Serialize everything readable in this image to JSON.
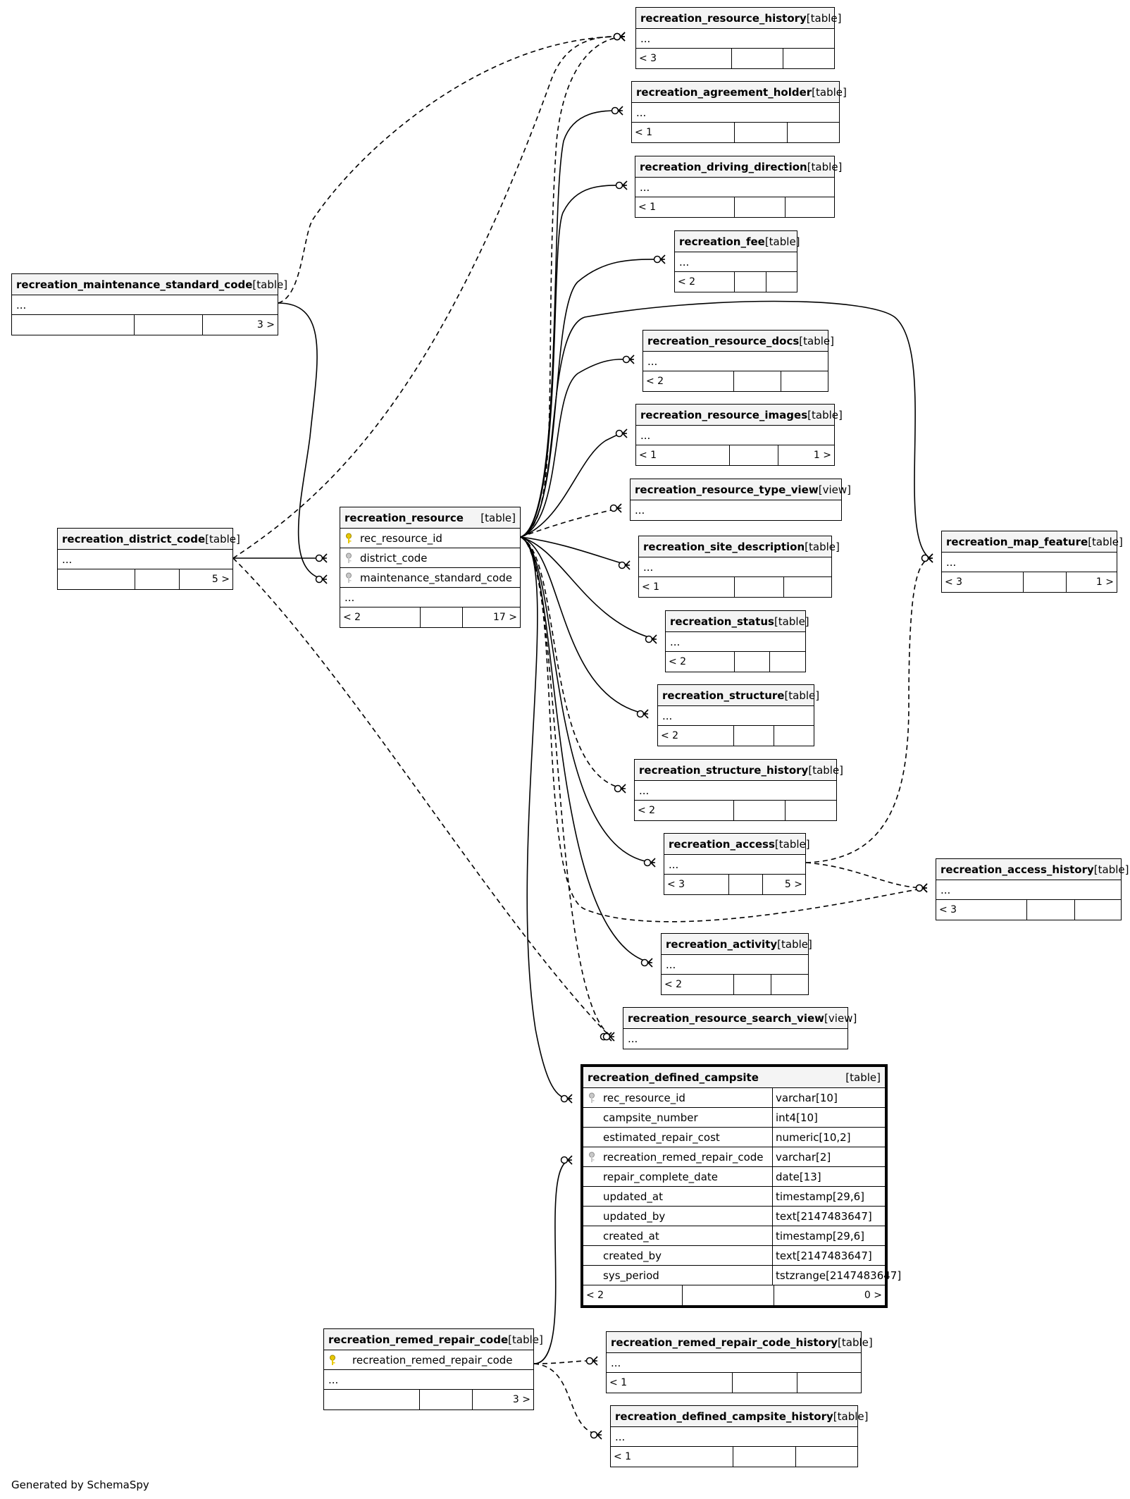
{
  "diagram": {
    "credit": "Generated by SchemaSpy",
    "focus": {
      "name": "recreation_defined_campsite",
      "type": "[table]",
      "columns": [
        {
          "name": "rec_resource_id",
          "type": "varchar[10]",
          "key": "fk"
        },
        {
          "name": "campsite_number",
          "type": "int4[10]",
          "key": ""
        },
        {
          "name": "estimated_repair_cost",
          "type": "numeric[10,2]",
          "key": ""
        },
        {
          "name": "recreation_remed_repair_code",
          "type": "varchar[2]",
          "key": "fk"
        },
        {
          "name": "repair_complete_date",
          "type": "date[13]",
          "key": ""
        },
        {
          "name": "updated_at",
          "type": "timestamp[29,6]",
          "key": ""
        },
        {
          "name": "updated_by",
          "type": "text[2147483647]",
          "key": ""
        },
        {
          "name": "created_at",
          "type": "timestamp[29,6]",
          "key": ""
        },
        {
          "name": "created_by",
          "type": "text[2147483647]",
          "key": ""
        },
        {
          "name": "sys_period",
          "type": "tstzrange[2147483647]",
          "key": ""
        }
      ],
      "footer": [
        "< 2",
        "",
        "0 >"
      ]
    },
    "tables": {
      "resource_history": {
        "name": "recreation_resource_history",
        "type": "[table]",
        "footer": [
          "< 3",
          "",
          ""
        ]
      },
      "agreement_holder": {
        "name": "recreation_agreement_holder",
        "type": "[table]",
        "footer": [
          "< 1",
          "",
          ""
        ]
      },
      "driving_direction": {
        "name": "recreation_driving_direction",
        "type": "[table]",
        "footer": [
          "< 1",
          "",
          ""
        ]
      },
      "fee": {
        "name": "recreation_fee",
        "type": "[table]",
        "footer": [
          "< 2",
          "",
          ""
        ]
      },
      "maint_std": {
        "name": "recreation_maintenance_standard_code",
        "type": "[table]",
        "footer": [
          "",
          "",
          "3 >"
        ]
      },
      "resource_docs": {
        "name": "recreation_resource_docs",
        "type": "[table]",
        "footer": [
          "< 2",
          "",
          ""
        ]
      },
      "resource_images": {
        "name": "recreation_resource_images",
        "type": "[table]",
        "footer": [
          "< 1",
          "",
          "1 >"
        ]
      },
      "type_view": {
        "name": "recreation_resource_type_view",
        "type": "[view]",
        "footer": null
      },
      "district": {
        "name": "recreation_district_code",
        "type": "[table]",
        "footer": [
          "",
          "",
          "5 >"
        ]
      },
      "resource": {
        "name": "recreation_resource",
        "type": "[table]",
        "columns": [
          "rec_resource_id",
          "district_code",
          "maintenance_standard_code"
        ],
        "footer": [
          "< 2",
          "",
          "17 >"
        ]
      },
      "site_desc": {
        "name": "recreation_site_description",
        "type": "[table]",
        "footer": [
          "< 1",
          "",
          ""
        ]
      },
      "map_feature": {
        "name": "recreation_map_feature",
        "type": "[table]",
        "footer": [
          "< 3",
          "",
          "1 >"
        ]
      },
      "status": {
        "name": "recreation_status",
        "type": "[table]",
        "footer": [
          "< 2",
          "",
          ""
        ]
      },
      "structure": {
        "name": "recreation_structure",
        "type": "[table]",
        "footer": [
          "< 2",
          "",
          ""
        ]
      },
      "structure_history": {
        "name": "recreation_structure_history",
        "type": "[table]",
        "footer": [
          "< 2",
          "",
          ""
        ]
      },
      "access": {
        "name": "recreation_access",
        "type": "[table]",
        "footer": [
          "< 3",
          "",
          "5 >"
        ]
      },
      "access_history": {
        "name": "recreation_access_history",
        "type": "[table]",
        "footer": [
          "< 3",
          "",
          ""
        ]
      },
      "activity": {
        "name": "recreation_activity",
        "type": "[table]",
        "footer": [
          "< 2",
          "",
          ""
        ]
      },
      "search_view": {
        "name": "recreation_resource_search_view",
        "type": "[view]",
        "footer": null
      },
      "remed": {
        "name": "recreation_remed_repair_code",
        "type": "[table]",
        "columns": [
          "recreation_remed_repair_code"
        ],
        "footer": [
          "",
          "",
          "3 >"
        ]
      },
      "remed_history": {
        "name": "recreation_remed_repair_code_history",
        "type": "[table]",
        "footer": [
          "< 1",
          "",
          ""
        ]
      },
      "campsite_history": {
        "name": "recreation_defined_campsite_history",
        "type": "[table]",
        "footer": [
          "< 1",
          "",
          ""
        ]
      }
    },
    "ellipsis": "..."
  }
}
